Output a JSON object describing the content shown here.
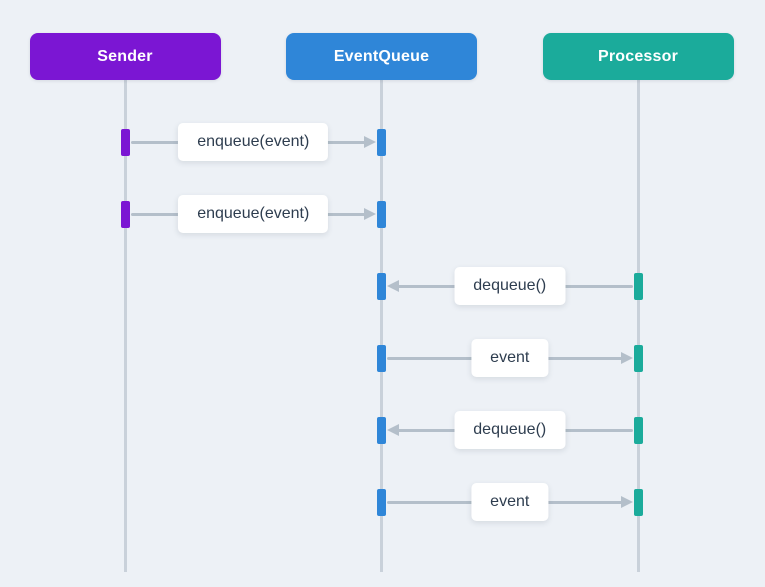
{
  "diagram": {
    "type": "sequence-diagram",
    "background_color": "#edf1f6",
    "lifeline_color": "#c9d1da",
    "arrow_color": "#b4bfca",
    "label_box_color": "#ffffff",
    "label_text_color": "#2e3d4f",
    "actor_text_color": "#ffffff",
    "actors": [
      {
        "name": "Sender",
        "color": "#7b16d3"
      },
      {
        "name": "EventQueue",
        "color": "#2f86d8"
      },
      {
        "name": "Processor",
        "color": "#1bab9b"
      }
    ],
    "messages": [
      {
        "label": "enqueue(event)",
        "from": "Sender",
        "to": "EventQueue"
      },
      {
        "label": "enqueue(event)",
        "from": "Sender",
        "to": "EventQueue"
      },
      {
        "label": "dequeue()",
        "from": "Processor",
        "to": "EventQueue"
      },
      {
        "label": "event",
        "from": "EventQueue",
        "to": "Processor"
      },
      {
        "label": "dequeue()",
        "from": "Processor",
        "to": "EventQueue"
      },
      {
        "label": "event",
        "from": "EventQueue",
        "to": "Processor"
      }
    ]
  }
}
